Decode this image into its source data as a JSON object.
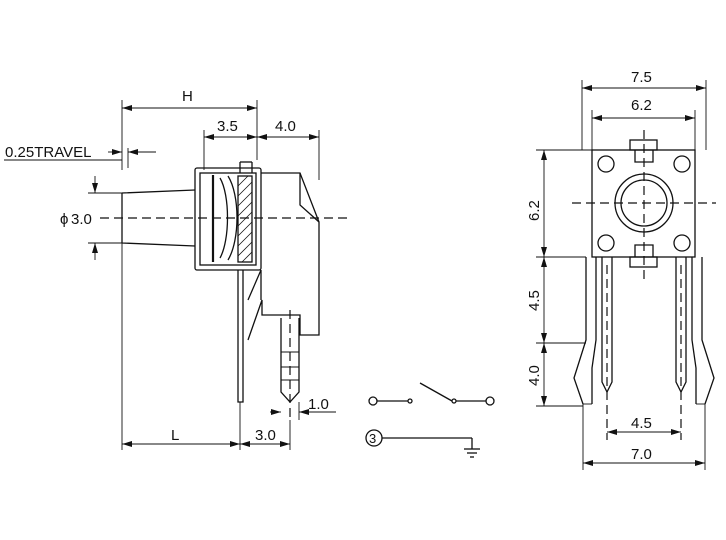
{
  "side_view": {
    "dim_h": "H",
    "dim_3_5": "3.5",
    "dim_4_0": "4.0",
    "travel": "0.25TRAVEL",
    "phi": "ϕ",
    "dia": "3.0",
    "dim_l": "L",
    "dim_3_0": "3.0",
    "dim_1_0": "1.0"
  },
  "front_view": {
    "dim_7_5": "7.5",
    "dim_6_2_h": "6.2",
    "dim_6_2_v": "6.2",
    "dim_4_5_v": "4.5",
    "dim_4_0_v": "4.0",
    "dim_4_5_h": "4.5",
    "dim_7_0": "7.0"
  },
  "schematic": {
    "pin3": "3"
  }
}
